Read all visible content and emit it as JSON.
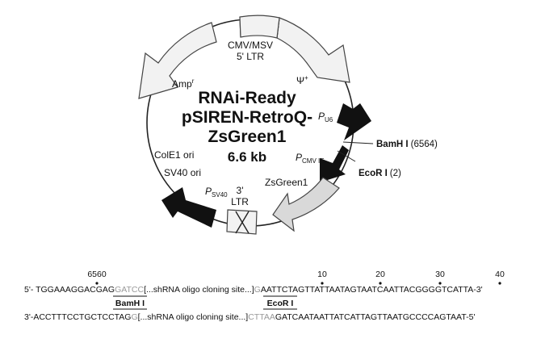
{
  "plasmid": {
    "title_line1": "RNAi-Ready",
    "title_line2": "pSIREN-RetroQ-",
    "title_line3": "ZsGreen1",
    "size": "6.6 kb"
  },
  "features": {
    "cmv": "CMV/MSV",
    "ltr5": "5' LTR",
    "psi": "Ψ",
    "psi_sup": "+",
    "amp": "Amp",
    "amp_sup": "r",
    "pu6_p": "P",
    "pu6_sub": "U6",
    "bamh": "BamH I",
    "bamh_pos": "(6564)",
    "pcmv_p": "P",
    "pcmv_sub": "CMV IE",
    "ecor": "EcoR I",
    "ecor_pos": "(2)",
    "cole1": "ColE1 ori",
    "sv40ori": "SV40 ori",
    "psv40_p": "P",
    "psv40_sub": "SV40",
    "ltr3_a": "3'",
    "ltr3_b": "LTR",
    "zsgreen": "ZsGreen1"
  },
  "sequence": {
    "ticks": [
      "6560",
      "10",
      "20",
      "30",
      "40"
    ],
    "top_prefix": "5'- TGGAAAGGACGAG",
    "top_gray": "GATCC",
    "top_middle": "[...shRNA oligo cloning site...]",
    "top_gray2": "G",
    "top_suffix": "AATTCTAGTTATTAATAGTAATCAATTACGGGGTCATTA-3'",
    "bamh_label": "BamH I",
    "ecor_label": "EcoR I",
    "bottom_prefix": "3'-ACCTTTCCTGCTCCTAG",
    "bottom_gray": "G",
    "bottom_middle": "[...shRNA oligo cloning site...]",
    "bottom_gray2": "CTTAA",
    "bottom_suffix": "GATCAATAATTATCATTAGTTAATGCCCCAGTAAT-5'"
  }
}
